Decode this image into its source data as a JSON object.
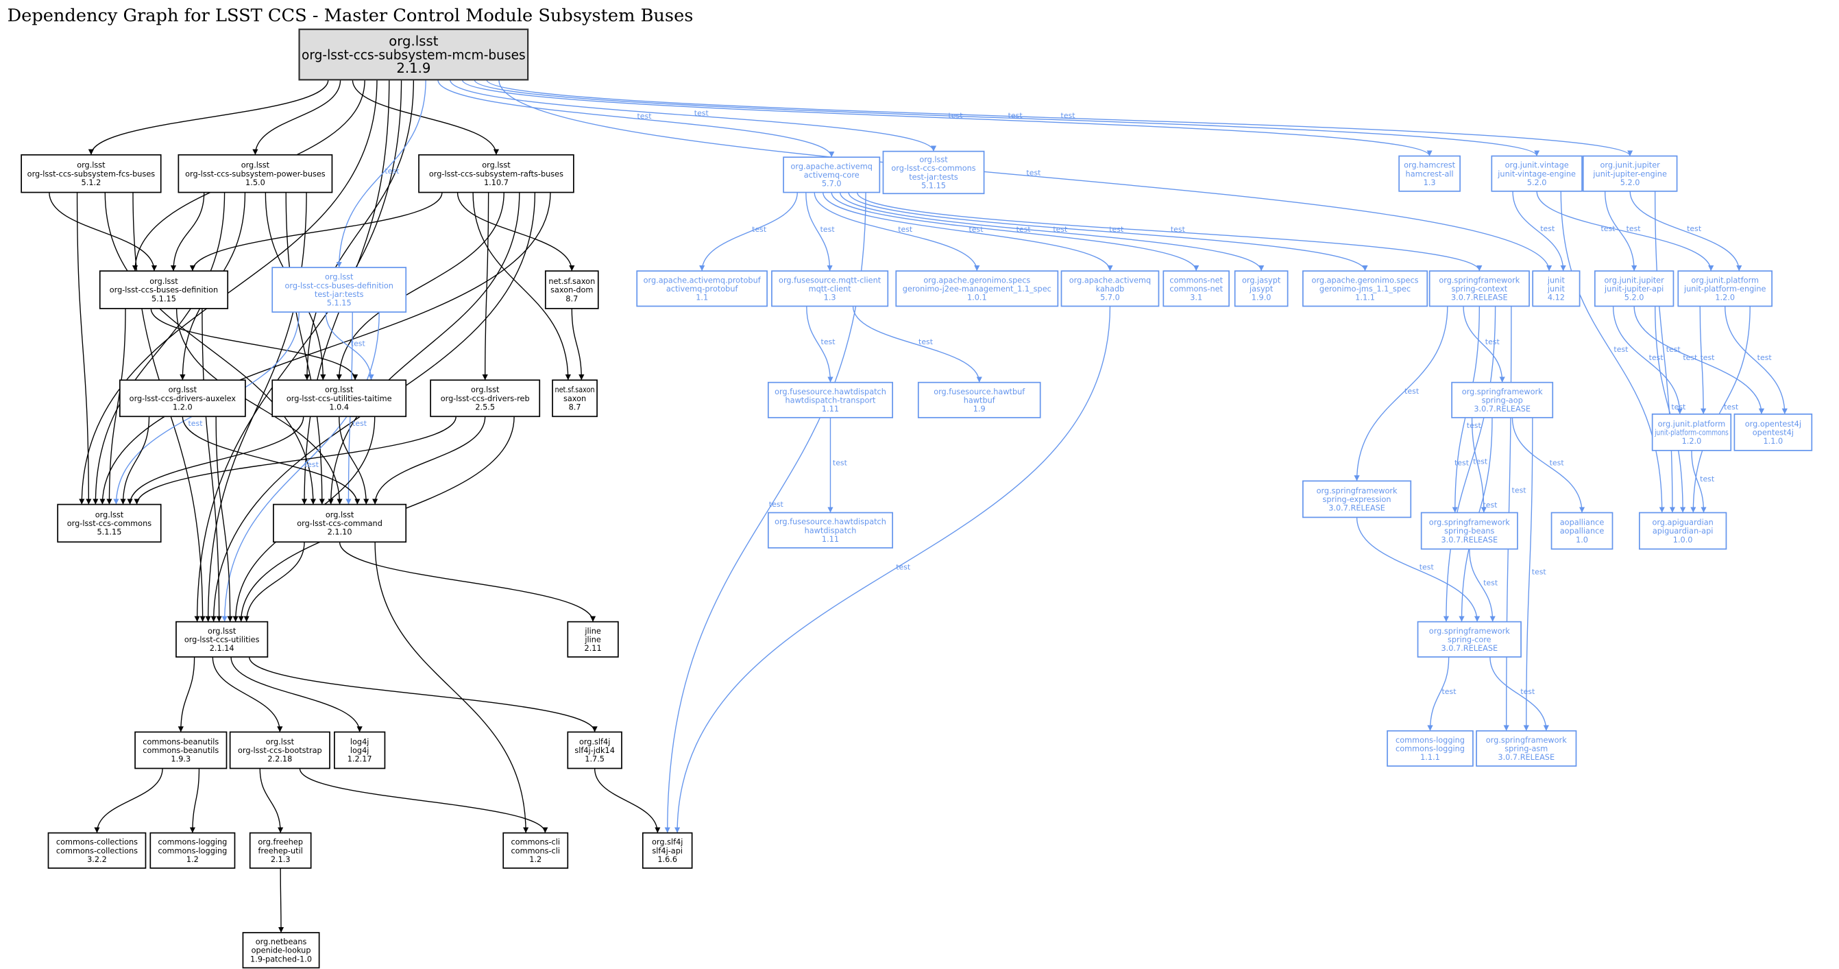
{
  "title": "Dependency Graph for LSST CCS - Master Control Module Subsystem Buses",
  "edge_label": "test",
  "colors": {
    "compile": "#000000",
    "test": "#6495ed",
    "root_fill": "#dddddd"
  },
  "nodes": [
    {
      "id": "root",
      "lines": [
        "org.lsst",
        "org-lsst-ccs-subsystem-mcm-buses",
        "2.1.9"
      ],
      "test": false
    },
    {
      "id": "fcs",
      "lines": [
        "org.lsst",
        "org-lsst-ccs-subsystem-fcs-buses",
        "5.1.2"
      ],
      "test": false
    },
    {
      "id": "power",
      "lines": [
        "org.lsst",
        "org-lsst-ccs-subsystem-power-buses",
        "1.5.0"
      ],
      "test": false
    },
    {
      "id": "rafts",
      "lines": [
        "org.lsst",
        "org-lsst-ccs-subsystem-rafts-buses",
        "1.10.7"
      ],
      "test": false
    },
    {
      "id": "activemqcore",
      "lines": [
        "org.apache.activemq",
        "activemq-core",
        "5.7.0"
      ],
      "test": true
    },
    {
      "id": "commonstestjar",
      "lines": [
        "org.lsst",
        "org-lsst-ccs-commons",
        "test-jar:tests",
        "5.1.15"
      ],
      "test": true
    },
    {
      "id": "hamcrest",
      "lines": [
        "org.hamcrest",
        "hamcrest-all",
        "1.3"
      ],
      "test": true
    },
    {
      "id": "vintage",
      "lines": [
        "org.junit.vintage",
        "junit-vintage-engine",
        "5.2.0"
      ],
      "test": true
    },
    {
      "id": "jupiterengine",
      "lines": [
        "org.junit.jupiter",
        "junit-jupiter-engine",
        "5.2.0"
      ],
      "test": true
    },
    {
      "id": "busdef",
      "lines": [
        "org.lsst",
        "org-lsst-ccs-buses-definition",
        "5.1.15"
      ],
      "test": false
    },
    {
      "id": "busdeftest",
      "lines": [
        "org.lsst",
        "org-lsst-ccs-buses-definition",
        "test-jar:tests",
        "5.1.15"
      ],
      "test": true
    },
    {
      "id": "saxondom",
      "lines": [
        "net.sf.saxon",
        "saxon-dom",
        "8.7"
      ],
      "test": false
    },
    {
      "id": "protobuf",
      "lines": [
        "org.apache.activemq.protobuf",
        "activemq-protobuf",
        "1.1"
      ],
      "test": true
    },
    {
      "id": "mqtt",
      "lines": [
        "org.fusesource.mqtt-client",
        "mqtt-client",
        "1.3"
      ],
      "test": true
    },
    {
      "id": "geronimoj2ee",
      "lines": [
        "org.apache.geronimo.specs",
        "geronimo-j2ee-management_1.1_spec",
        "1.0.1"
      ],
      "test": true
    },
    {
      "id": "kahadb",
      "lines": [
        "org.apache.activemq",
        "kahadb",
        "5.7.0"
      ],
      "test": true
    },
    {
      "id": "commonsnet",
      "lines": [
        "commons-net",
        "commons-net",
        "3.1"
      ],
      "test": true
    },
    {
      "id": "jasypt",
      "lines": [
        "org.jasypt",
        "jasypt",
        "1.9.0"
      ],
      "test": true
    },
    {
      "id": "geronimojms",
      "lines": [
        "org.apache.geronimo.specs",
        "geronimo-jms_1.1_spec",
        "1.1.1"
      ],
      "test": true
    },
    {
      "id": "springcontext",
      "lines": [
        "org.springframework",
        "spring-context",
        "3.0.7.RELEASE"
      ],
      "test": true
    },
    {
      "id": "junit",
      "lines": [
        "junit",
        "junit",
        "4.12"
      ],
      "test": true
    },
    {
      "id": "jupiterapi",
      "lines": [
        "org.junit.jupiter",
        "junit-jupiter-api",
        "5.2.0"
      ],
      "test": true
    },
    {
      "id": "platformengine",
      "lines": [
        "org.junit.platform",
        "junit-platform-engine",
        "1.2.0"
      ],
      "test": true
    },
    {
      "id": "auxelex",
      "lines": [
        "org.lsst",
        "org-lsst-ccs-drivers-auxelex",
        "1.2.0"
      ],
      "test": false
    },
    {
      "id": "taitime",
      "lines": [
        "org.lsst",
        "org-lsst-ccs-utilities-taitime",
        "1.0.4"
      ],
      "test": false
    },
    {
      "id": "reb",
      "lines": [
        "org.lsst",
        "org-lsst-ccs-drivers-reb",
        "2.5.5"
      ],
      "test": false
    },
    {
      "id": "saxon",
      "lines": [
        "net.sf.saxon",
        "saxon",
        "8.7"
      ],
      "test": false
    },
    {
      "id": "hawttransport",
      "lines": [
        "org.fusesource.hawtdispatch",
        "hawtdispatch-transport",
        "1.11"
      ],
      "test": true
    },
    {
      "id": "hawtbuf",
      "lines": [
        "org.fusesource.hawtbuf",
        "hawtbuf",
        "1.9"
      ],
      "test": true
    },
    {
      "id": "springaop",
      "lines": [
        "org.springframework",
        "spring-aop",
        "3.0.7.RELEASE"
      ],
      "test": true
    },
    {
      "id": "platformcommons",
      "lines": [
        "org.junit.platform",
        "junit-platform-commons",
        "1.2.0"
      ],
      "test": true
    },
    {
      "id": "opentest4j",
      "lines": [
        "org.opentest4j",
        "opentest4j",
        "1.1.0"
      ],
      "test": true
    },
    {
      "id": "springexpression",
      "lines": [
        "org.springframework",
        "spring-expression",
        "3.0.7.RELEASE"
      ],
      "test": true
    },
    {
      "id": "commons",
      "lines": [
        "org.lsst",
        "org-lsst-ccs-commons",
        "5.1.15"
      ],
      "test": false
    },
    {
      "id": "command",
      "lines": [
        "org.lsst",
        "org-lsst-ccs-command",
        "2.1.10"
      ],
      "test": false
    },
    {
      "id": "hawtdispatch",
      "lines": [
        "org.fusesource.hawtdispatch",
        "hawtdispatch",
        "1.11"
      ],
      "test": true
    },
    {
      "id": "springbeans",
      "lines": [
        "org.springframework",
        "spring-beans",
        "3.0.7.RELEASE"
      ],
      "test": true
    },
    {
      "id": "aopalliance",
      "lines": [
        "aopalliance",
        "aopalliance",
        "1.0"
      ],
      "test": true
    },
    {
      "id": "apiguardian",
      "lines": [
        "org.apiguardian",
        "apiguardian-api",
        "1.0.0"
      ],
      "test": true
    },
    {
      "id": "utilities",
      "lines": [
        "org.lsst",
        "org-lsst-ccs-utilities",
        "2.1.14"
      ],
      "test": false
    },
    {
      "id": "jline",
      "lines": [
        "jline",
        "jline",
        "2.11"
      ],
      "test": false
    },
    {
      "id": "springcore",
      "lines": [
        "org.springframework",
        "spring-core",
        "3.0.7.RELEASE"
      ],
      "test": true
    },
    {
      "id": "beanutils",
      "lines": [
        "commons-beanutils",
        "commons-beanutils",
        "1.9.3"
      ],
      "test": false
    },
    {
      "id": "bootstrap",
      "lines": [
        "org.lsst",
        "org-lsst-ccs-bootstrap",
        "2.2.18"
      ],
      "test": false
    },
    {
      "id": "log4j",
      "lines": [
        "log4j",
        "log4j",
        "1.2.17"
      ],
      "test": false
    },
    {
      "id": "slf4jjdk",
      "lines": [
        "org.slf4j",
        "slf4j-jdk14",
        "1.7.5"
      ],
      "test": false
    },
    {
      "id": "commonslogging111",
      "lines": [
        "commons-logging",
        "commons-logging",
        "1.1.1"
      ],
      "test": true
    },
    {
      "id": "springasm",
      "lines": [
        "org.springframework",
        "spring-asm",
        "3.0.7.RELEASE"
      ],
      "test": true
    },
    {
      "id": "collections",
      "lines": [
        "commons-collections",
        "commons-collections",
        "3.2.2"
      ],
      "test": false
    },
    {
      "id": "logging12",
      "lines": [
        "commons-logging",
        "commons-logging",
        "1.2"
      ],
      "test": false
    },
    {
      "id": "freehep",
      "lines": [
        "org.freehep",
        "freehep-util",
        "2.1.3"
      ],
      "test": false
    },
    {
      "id": "commonscli",
      "lines": [
        "commons-cli",
        "commons-cli",
        "1.2"
      ],
      "test": false
    },
    {
      "id": "slf4japi",
      "lines": [
        "org.slf4j",
        "slf4j-api",
        "1.6.6"
      ],
      "test": false
    },
    {
      "id": "openide",
      "lines": [
        "org.netbeans",
        "openide-lookup",
        "1.9-patched-1.0"
      ],
      "test": false
    }
  ],
  "edges": [
    [
      "root",
      "fcs",
      false
    ],
    [
      "root",
      "power",
      false
    ],
    [
      "root",
      "rafts",
      false
    ],
    [
      "root",
      "busdef",
      false
    ],
    [
      "root",
      "commons",
      false
    ],
    [
      "root",
      "command",
      false
    ],
    [
      "root",
      "utilities",
      false
    ],
    [
      "root",
      "taitime",
      false
    ],
    [
      "root",
      "busdeftest",
      true
    ],
    [
      "root",
      "activemqcore",
      true
    ],
    [
      "root",
      "commonstestjar",
      true
    ],
    [
      "root",
      "hamcrest",
      true
    ],
    [
      "root",
      "vintage",
      true
    ],
    [
      "root",
      "jupiterengine",
      true
    ],
    [
      "root",
      "junit",
      true
    ],
    [
      "fcs",
      "busdef",
      false
    ],
    [
      "fcs",
      "commons",
      false
    ],
    [
      "fcs",
      "command",
      false
    ],
    [
      "fcs",
      "utilities",
      false
    ],
    [
      "power",
      "busdef",
      false
    ],
    [
      "power",
      "commons",
      false
    ],
    [
      "power",
      "auxelex",
      false
    ],
    [
      "power",
      "taitime",
      false
    ],
    [
      "power",
      "command",
      false
    ],
    [
      "power",
      "utilities",
      false
    ],
    [
      "rafts",
      "busdef",
      false
    ],
    [
      "rafts",
      "saxondom",
      false
    ],
    [
      "rafts",
      "saxon",
      false
    ],
    [
      "rafts",
      "reb",
      false
    ],
    [
      "rafts",
      "taitime",
      false
    ],
    [
      "rafts",
      "command",
      false
    ],
    [
      "rafts",
      "utilities",
      false
    ],
    [
      "rafts",
      "commons",
      false
    ],
    [
      "busdef",
      "commons",
      false
    ],
    [
      "busdef",
      "taitime",
      false
    ],
    [
      "busdef",
      "command",
      false
    ],
    [
      "busdef",
      "utilities",
      false
    ],
    [
      "busdeftest",
      "commons",
      true
    ],
    [
      "busdeftest",
      "taitime",
      true
    ],
    [
      "busdeftest",
      "command",
      true
    ],
    [
      "busdeftest",
      "utilities",
      true
    ],
    [
      "saxondom",
      "saxon",
      false
    ],
    [
      "auxelex",
      "commons",
      false
    ],
    [
      "auxelex",
      "command",
      false
    ],
    [
      "auxelex",
      "utilities",
      false
    ],
    [
      "taitime",
      "commons",
      false
    ],
    [
      "taitime",
      "command",
      false
    ],
    [
      "taitime",
      "utilities",
      false
    ],
    [
      "reb",
      "commons",
      false
    ],
    [
      "reb",
      "command",
      false
    ],
    [
      "reb",
      "utilities",
      false
    ],
    [
      "command",
      "utilities",
      false
    ],
    [
      "command",
      "jline",
      false
    ],
    [
      "command",
      "commonscli",
      false
    ],
    [
      "utilities",
      "beanutils",
      false
    ],
    [
      "utilities",
      "bootstrap",
      false
    ],
    [
      "utilities",
      "log4j",
      false
    ],
    [
      "utilities",
      "slf4jjdk",
      false
    ],
    [
      "beanutils",
      "collections",
      false
    ],
    [
      "beanutils",
      "logging12",
      false
    ],
    [
      "bootstrap",
      "freehep",
      false
    ],
    [
      "bootstrap",
      "commonscli",
      false
    ],
    [
      "freehep",
      "openide",
      false
    ],
    [
      "slf4jjdk",
      "slf4japi",
      false
    ],
    [
      "activemqcore",
      "protobuf",
      true
    ],
    [
      "activemqcore",
      "mqtt",
      true
    ],
    [
      "activemqcore",
      "geronimoj2ee",
      true
    ],
    [
      "activemqcore",
      "kahadb",
      true
    ],
    [
      "activemqcore",
      "commonsnet",
      true
    ],
    [
      "activemqcore",
      "jasypt",
      true
    ],
    [
      "activemqcore",
      "geronimojms",
      true
    ],
    [
      "activemqcore",
      "springcontext",
      true
    ],
    [
      "activemqcore",
      "slf4japi",
      true
    ],
    [
      "mqtt",
      "hawttransport",
      true
    ],
    [
      "mqtt",
      "hawtbuf",
      true
    ],
    [
      "hawttransport",
      "hawtdispatch",
      true
    ],
    [
      "kahadb",
      "slf4japi",
      true
    ],
    [
      "springcontext",
      "springexpression",
      true
    ],
    [
      "springcontext",
      "springaop",
      true
    ],
    [
      "springcontext",
      "springbeans",
      true
    ],
    [
      "springcontext",
      "springcore",
      true
    ],
    [
      "springcontext",
      "springasm",
      true
    ],
    [
      "springaop",
      "springbeans",
      true
    ],
    [
      "springaop",
      "springcore",
      true
    ],
    [
      "springaop",
      "aopalliance",
      true
    ],
    [
      "springaop",
      "springasm",
      true
    ],
    [
      "springexpression",
      "springcore",
      true
    ],
    [
      "springbeans",
      "springcore",
      true
    ],
    [
      "springcore",
      "commonslogging111",
      true
    ],
    [
      "springcore",
      "springasm",
      true
    ],
    [
      "vintage",
      "junit",
      true
    ],
    [
      "vintage",
      "platformengine",
      true
    ],
    [
      "vintage",
      "apiguardian",
      true
    ],
    [
      "jupiterengine",
      "jupiterapi",
      true
    ],
    [
      "jupiterengine",
      "platformengine",
      true
    ],
    [
      "jupiterengine",
      "apiguardian",
      true
    ],
    [
      "jupiterapi",
      "platformcommons",
      true
    ],
    [
      "jupiterapi",
      "opentest4j",
      true
    ],
    [
      "jupiterapi",
      "apiguardian",
      true
    ],
    [
      "platformengine",
      "platformcommons",
      true
    ],
    [
      "platformengine",
      "opentest4j",
      true
    ],
    [
      "platformengine",
      "apiguardian",
      true
    ],
    [
      "platformcommons",
      "apiguardian",
      true
    ]
  ]
}
